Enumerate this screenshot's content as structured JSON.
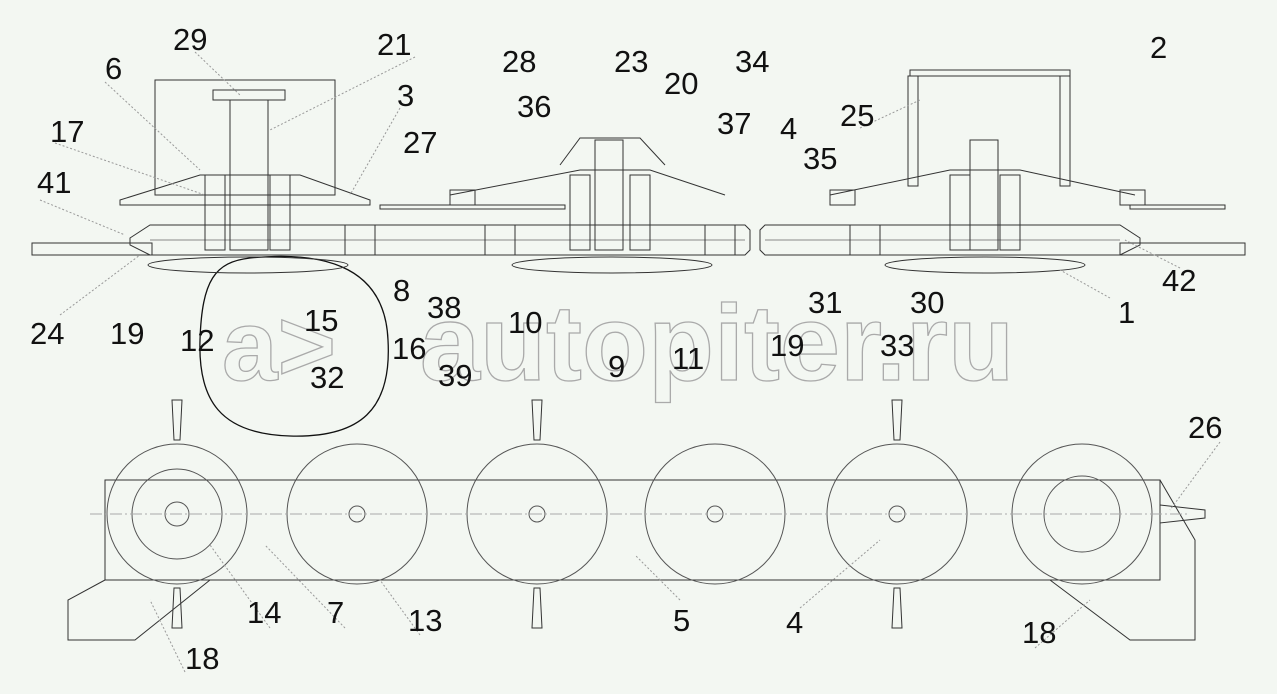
{
  "drawing": {
    "watermark_logo": "a>",
    "watermark_text": "autopiter.ru",
    "line_color": "#333333",
    "background": "#f3f7f2"
  },
  "labels": [
    "29",
    "21",
    "6",
    "3",
    "17",
    "41",
    "28",
    "23",
    "34",
    "20",
    "36",
    "37",
    "4",
    "27",
    "2",
    "25",
    "35",
    "42",
    "1",
    "24",
    "19",
    "12",
    "15",
    "32",
    "16",
    "8",
    "38",
    "10",
    "39",
    "9",
    "11",
    "19",
    "31",
    "30",
    "33",
    "26",
    "14",
    "7",
    "13",
    "5",
    "4",
    "18",
    "18"
  ]
}
